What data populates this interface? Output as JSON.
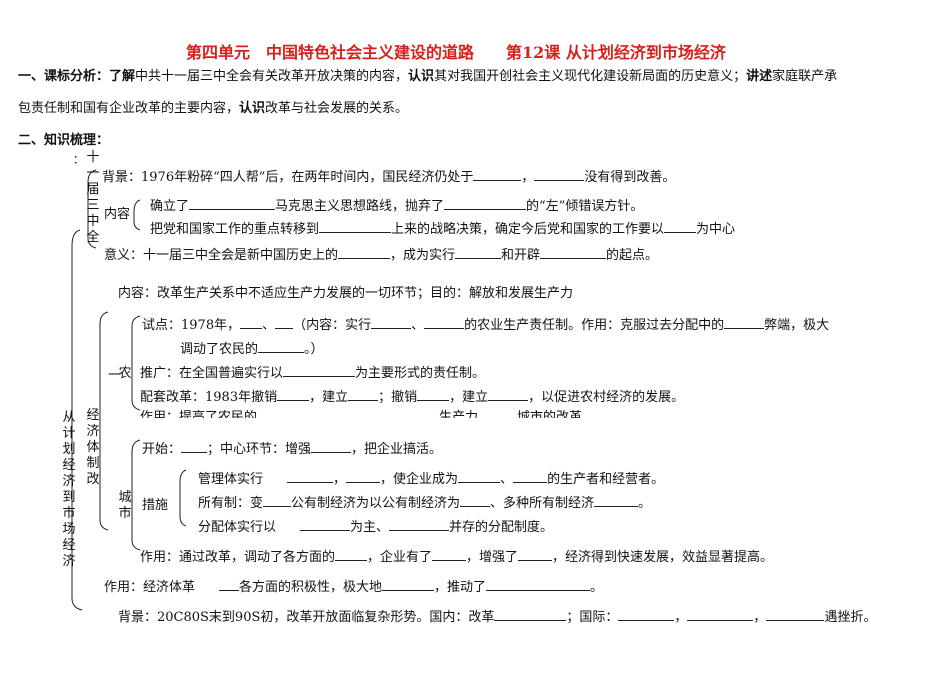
{
  "title": "第四单元　中国特色社会主义建设的道路　　第12课 从计划经济到市场经济",
  "section1": {
    "label": "一、课标分析：",
    "w1": "了解",
    "t1": "中共十一届三中全会有关改革开放决策的内容，",
    "w2": "认识",
    "t2": "其对我国开创社会主义现代化建设新局面的历史意义；",
    "w3": "讲述",
    "t3": "家庭联产承",
    "line2a": "包责任制和国有企业改革的主要内容，",
    "w4": "认识",
    "t4": "改革与社会发展的关系。"
  },
  "section2": {
    "label": "二、知识梳理："
  },
  "left_vertical": {
    "plenary": "十一届三中全",
    "plenary_mark": "：",
    "reform": "从计划经济到市场经济",
    "economic": "经济体制改",
    "rural": "农",
    "rural_mark": "一",
    "urban": "城市"
  },
  "plenary": {
    "bg_a": "背景：1976年粉碎“四人帮”后，在两年时间内，国民经济仍处于",
    "bg_b": "，",
    "bg_c": "没有得到改善。",
    "content_label": "内容",
    "c1_a": "确立了",
    "c1_b": "马克思主义思想路线，抛弃了",
    "c1_c": "的“左”倾错误方针。",
    "c2_a": "把党和国家工作的重点转移到",
    "c2_b": "上来的战略决策，确定今后党和国家的工作要以",
    "c2_c": "为中心",
    "sig_a": "意义：十一届三中全会是新中国历史上的",
    "sig_b": "，成为实行",
    "sig_c": "和开辟",
    "sig_d": "的起点。"
  },
  "reform_content": "内容：改革生产关系中不适应生产力发展的一切环节；目的：解放和发展生产力",
  "rural": {
    "trial_a": "试点：1978年，",
    "trial_b": "、",
    "trial_c": "（内容：实行",
    "trial_d": "、",
    "trial_e": "的农业生产责任制。作用：克服过去分配中的",
    "trial_f": "弊端，极大",
    "trial2_a": "调动了农民的",
    "trial2_b": "。）",
    "promo_a": "推广：在全国普遍实行以",
    "promo_b": "为主要形式的责任制。",
    "support_a": "配套改革：1983年撤销",
    "support_b": "，建立",
    "support_c": "；撤销",
    "support_d": "，建立",
    "support_e": "，以促进农村经济的发展。",
    "cut_text": "作用：提高了农民的　　　　　　　　　　　　　　生产力　　　城市的改革"
  },
  "urban": {
    "start_a": "开始：",
    "start_b": "；中心环节：增强",
    "start_c": "，把企业搞活。",
    "measures_label": "措施",
    "m1_label": "管理体实行",
    "m1_a": "，",
    "m1_b": "，使企业成为",
    "m1_c": "、",
    "m1_d": "的生产者和经营者。",
    "m2_a": "所有制：变",
    "m2_b": "公有制经济为以公有制经济为",
    "m2_c": "、多种所有制经济",
    "m2_d": "。",
    "m3_label": "分配体实行以",
    "m3_b": "为主、",
    "m3_c": "并存的分配制度。",
    "effect_a": "作用：通过改革，调动了各方面的",
    "effect_b": "，企业有了",
    "effect_c": "，增强了",
    "effect_d": "，经济得到快速发展，效益显著提高。"
  },
  "overall_effect": {
    "a": "作用：经济体革",
    "b": "各方面的积极性，极大地",
    "c": "，推动了",
    "d": "。"
  },
  "later_bg": {
    "a": "背景：20C80S末到90S初，改革开放面临复杂形势。国内：改革",
    "b": "；国际：",
    "c": "，",
    "d": "，",
    "e": "遇挫折。"
  }
}
